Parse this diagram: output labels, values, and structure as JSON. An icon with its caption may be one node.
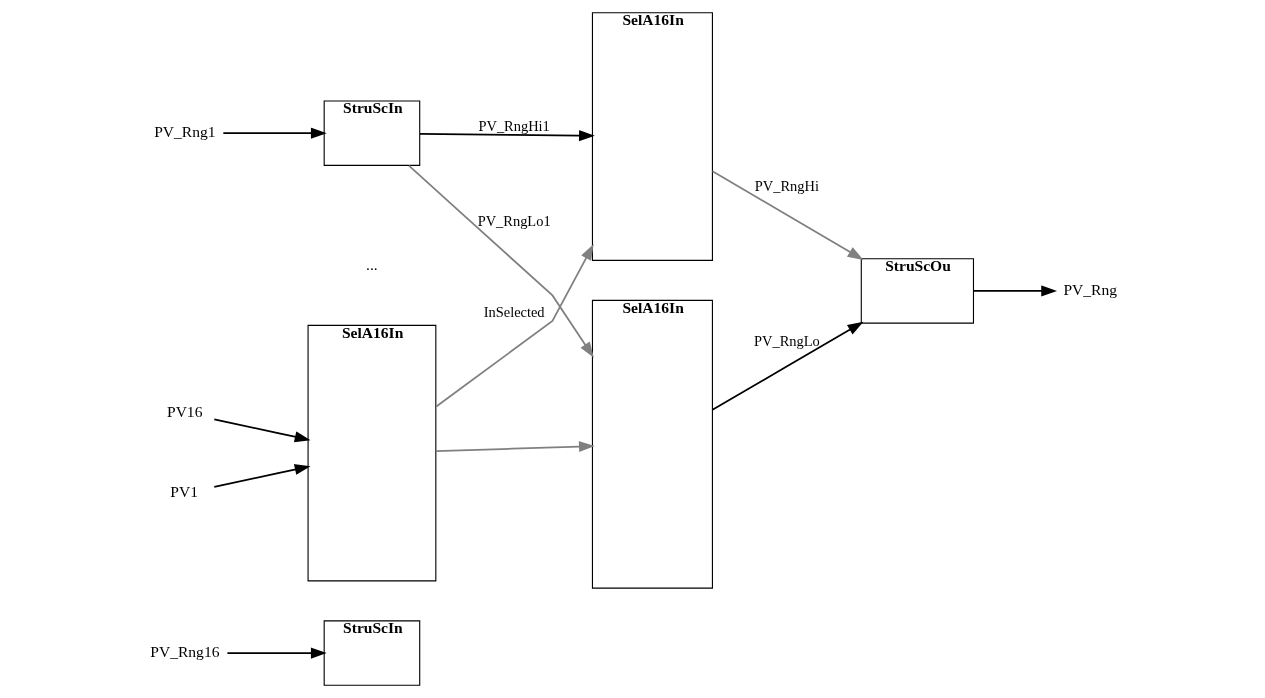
{
  "diagram": {
    "nodes": [
      {
        "text": [
          "SelA16In"
        ]
      },
      {
        "text": [
          "PV1"
        ]
      },
      {
        "text": [
          "PV16"
        ]
      },
      {
        "text": [
          "SelA16In"
        ]
      },
      {
        "text": [
          "SelA16In"
        ]
      },
      {
        "text": [
          "StruScIn"
        ]
      },
      {
        "text": [
          "PV_Rng1"
        ]
      },
      {
        "text": [
          "StruScIn"
        ]
      },
      {
        "text": [
          "PV_Rng16"
        ]
      },
      {
        "text": [
          "StruScOu"
        ]
      },
      {
        "text": [
          "PV_Rng"
        ]
      }
    ],
    "edges": [
      {
        "from": 1,
        "to": 0,
        "arrow": "to"
      },
      {
        "from": 2,
        "to": 0,
        "arrow": "to"
      },
      {
        "from": 0,
        "to": 3,
        "arrow": "to",
        "label": "InSelected",
        "color": "#808080"
      },
      {
        "from": 0,
        "to": 4,
        "arrow": "to",
        "color": "#808080"
      },
      {
        "from": 6,
        "to": 5,
        "arrow": "to"
      },
      {
        "from": 8,
        "to": 7,
        "arrow": "to"
      },
      {
        "from": 5,
        "to": 3,
        "arrow": "to",
        "label": "PV_RngHi1"
      },
      {
        "from": 5,
        "to": 4,
        "arrow": "to",
        "label": "PV_RngLo1",
        "color": "#808080"
      },
      {
        "from": 3,
        "to": 9,
        "arrow": "to",
        "label": "PV_RngHi",
        "color": "#808080"
      },
      {
        "from": 4,
        "to": 9,
        "arrow": "to",
        "label": "PV_RngLo"
      },
      {
        "from": 9,
        "to": 10,
        "arrow": "to"
      }
    ],
    "labels": [
      "..."
    ]
  }
}
